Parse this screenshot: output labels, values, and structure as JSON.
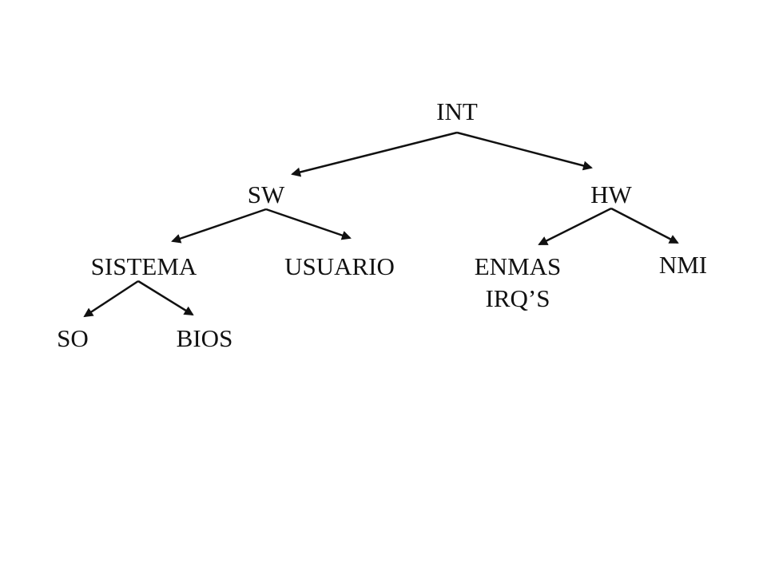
{
  "diagram": {
    "type": "tree",
    "nodes": {
      "int": "INT",
      "sw": "SW",
      "hw": "HW",
      "sistema": "SISTEMA",
      "usuario": "USUARIO",
      "enmas": [
        "ENMAS",
        "IRQ’S"
      ],
      "nmi": "NMI",
      "so": "SO",
      "bios": "BIOS"
    },
    "edges": [
      [
        "int",
        "sw"
      ],
      [
        "int",
        "hw"
      ],
      [
        "sw",
        "sistema"
      ],
      [
        "sw",
        "usuario"
      ],
      [
        "hw",
        "enmas"
      ],
      [
        "hw",
        "nmi"
      ],
      [
        "sistema",
        "so"
      ],
      [
        "sistema",
        "bios"
      ]
    ]
  },
  "colors": {
    "ink": "#111111",
    "background": "#ffffff"
  }
}
